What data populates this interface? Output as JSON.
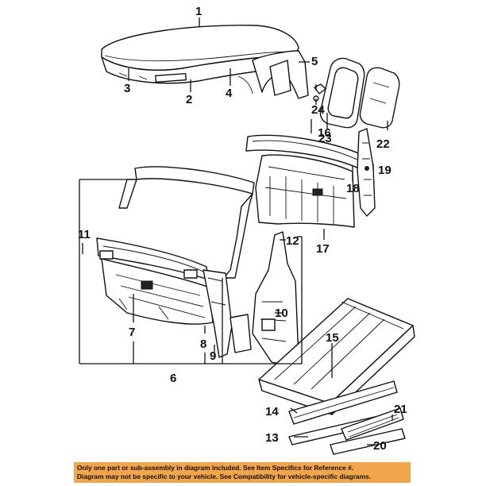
{
  "callouts": {
    "c1": "1",
    "c2": "2",
    "c3": "3",
    "c4": "4",
    "c5": "5",
    "c6": "6",
    "c7": "7",
    "c8": "8",
    "c9": "9",
    "c10": "10",
    "c11": "11",
    "c12": "12",
    "c13": "13",
    "c14": "14",
    "c15": "15",
    "c16": "16",
    "c17": "17",
    "c18": "18",
    "c19": "19",
    "c20": "20",
    "c21": "21",
    "c22": "22",
    "c23": "23",
    "c24": "24"
  },
  "footer": {
    "line1": "Only one part or sub-assembly in diagram included. See Item Specifics for Reference #.",
    "line2": "Diagram may not be specific to your vehicle. See Compatibility for vehicle-specific diagrams."
  },
  "colors": {
    "footer_bg": "#f2a54a",
    "ink": "#111111"
  }
}
